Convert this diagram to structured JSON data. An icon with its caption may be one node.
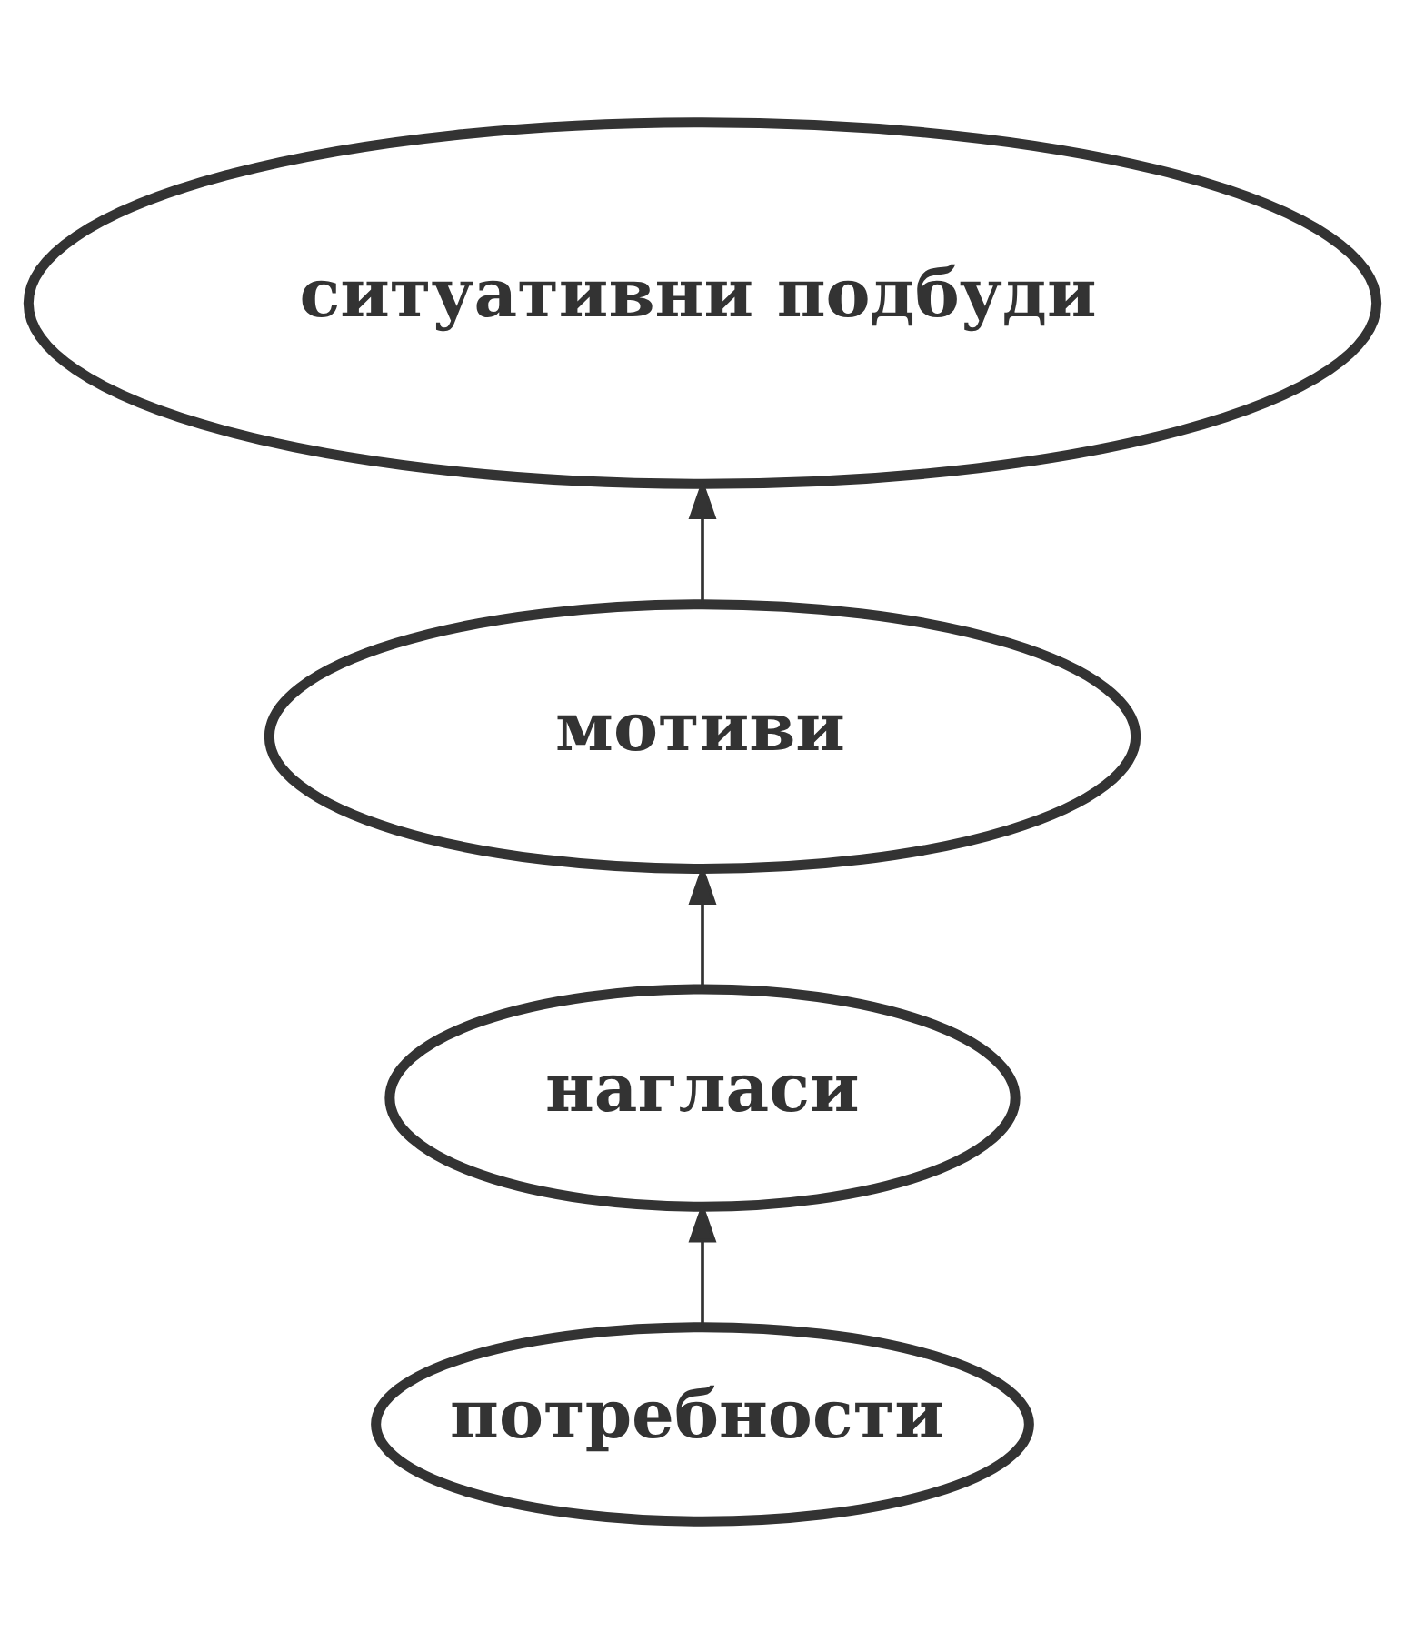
{
  "diagram": {
    "nodes": [
      {
        "text": [
          "ситуативни подбуди"
        ]
      },
      {
        "text": [
          "мотиви"
        ]
      },
      {
        "text": [
          "нагласи"
        ]
      },
      {
        "text": [
          "потребности"
        ]
      }
    ],
    "edges": [
      {
        "from": 3,
        "to": 2,
        "arrow": "to"
      },
      {
        "from": 2,
        "to": 1,
        "arrow": "to"
      },
      {
        "from": 1,
        "to": 0,
        "arrow": "to"
      }
    ]
  }
}
